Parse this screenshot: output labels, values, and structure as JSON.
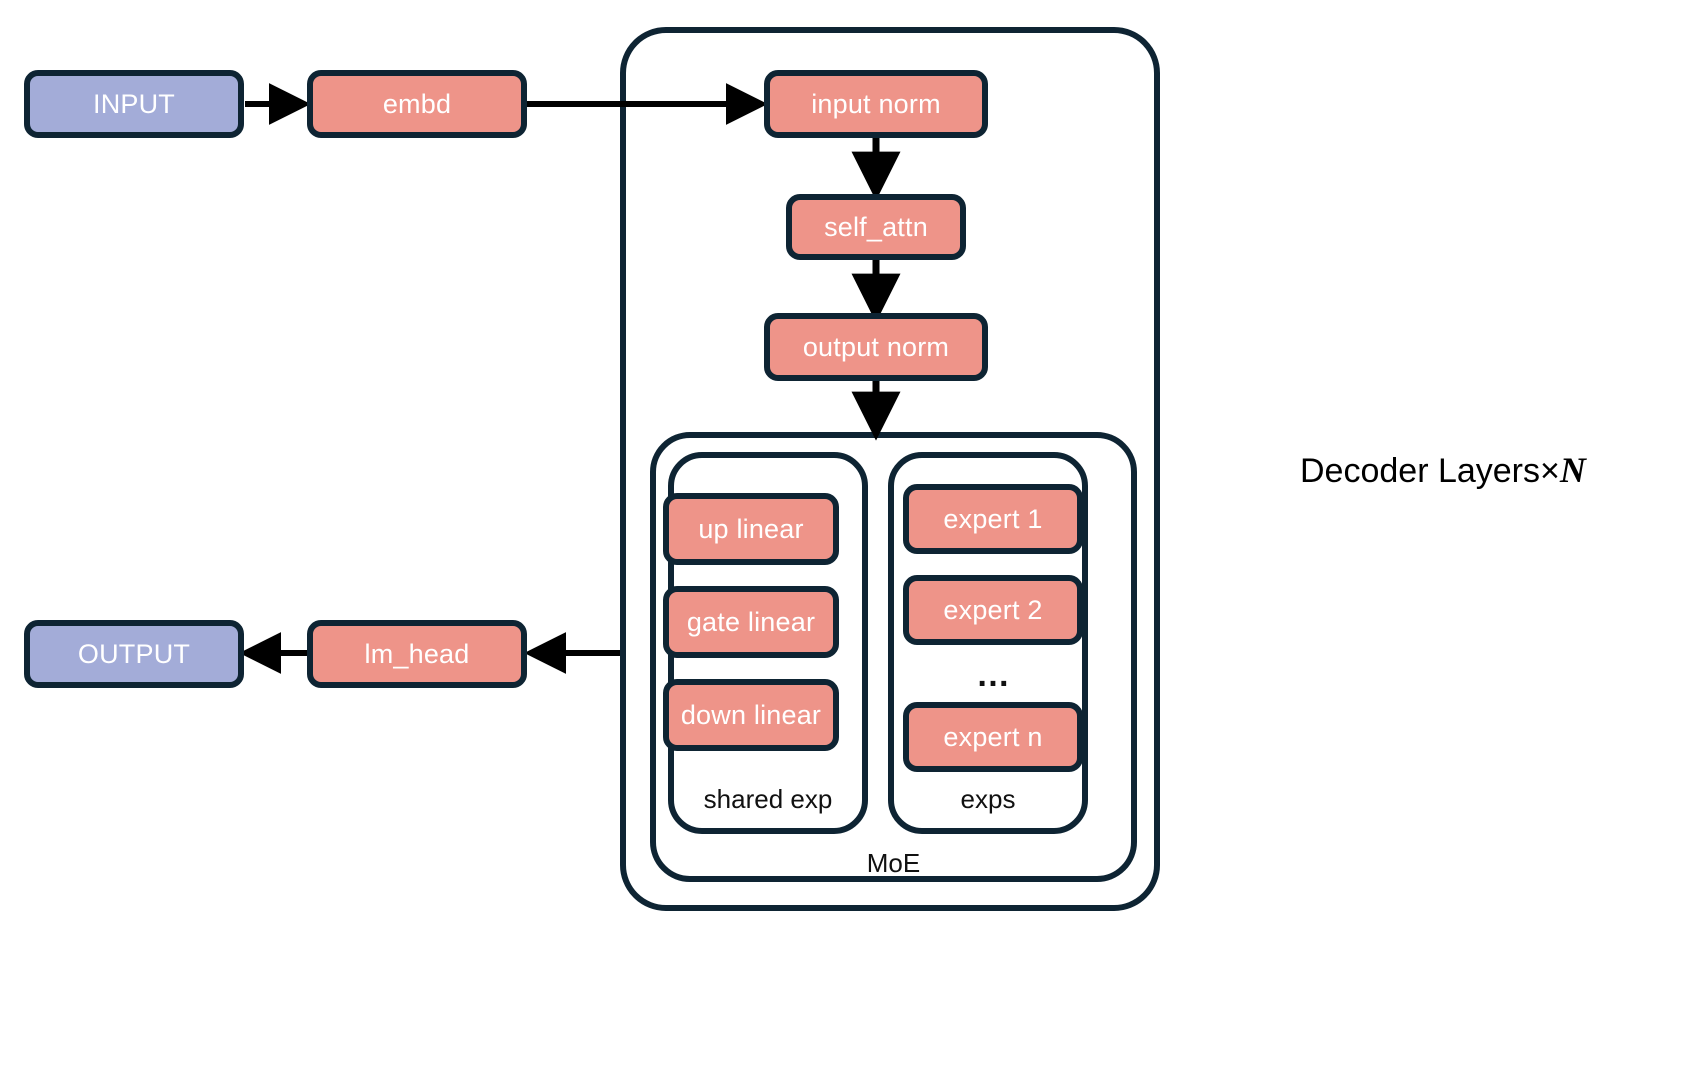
{
  "diagram": {
    "title_caption": "Decoder Layers×",
    "title_caption_var": "N",
    "colors": {
      "accent_salmon": "#ee9489",
      "accent_blue": "#a3acd8",
      "stroke_navy": "#0e2433",
      "text_on_node": "#ffffff",
      "background": "#ffffff"
    },
    "nodes": {
      "input": "INPUT",
      "embd": "embd",
      "input_norm": "input norm",
      "self_attn": "self_attn",
      "output_norm": "output norm",
      "lm_head": "lm_head",
      "output": "OUTPUT"
    },
    "shared_expert": {
      "label": "shared exp",
      "items": [
        "up linear",
        "gate linear",
        "down linear"
      ]
    },
    "experts": {
      "label": "exps",
      "items": [
        "expert 1",
        "expert 2",
        "expert n"
      ],
      "ellipsis": "…"
    },
    "moe": {
      "label": "MoE"
    }
  }
}
